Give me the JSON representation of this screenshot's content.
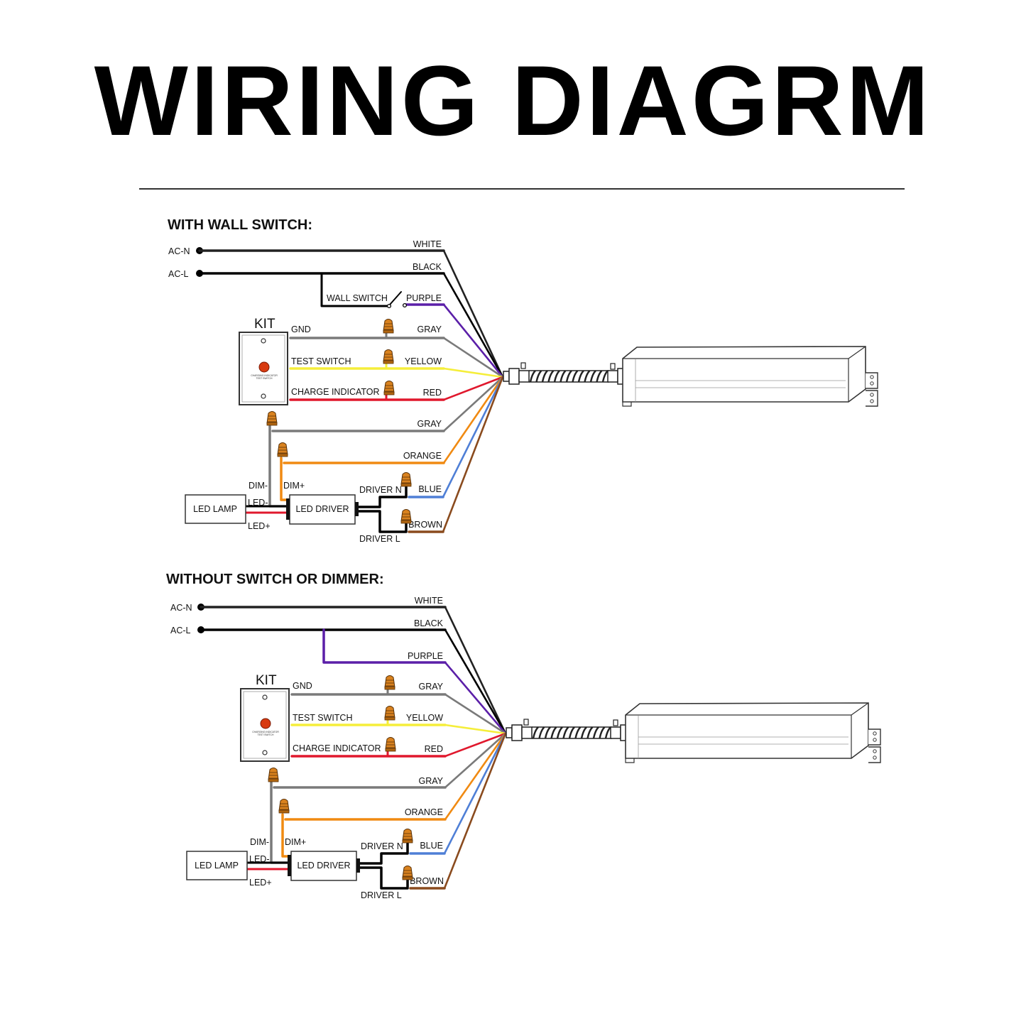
{
  "title": "WIRING DIAGRM",
  "diagrams": [
    {
      "heading": "WITH WALL SWITCH:",
      "terminals": {
        "acn": "AC-N",
        "acl": "AC-L"
      },
      "wires": {
        "white": "WHITE",
        "black": "BLACK",
        "purple": "PURPLE",
        "gray_top": "GRAY",
        "yellow": "YELLOW",
        "red": "RED",
        "gray_mid": "GRAY",
        "orange": "ORANGE",
        "blue": "BLUE",
        "brown": "BROWN"
      },
      "wall_switch": "WALL SWITCH",
      "kit": {
        "title": "KIT",
        "gnd": "GND",
        "test_switch": "TEST SWITCH",
        "charge_indicator": "CHARGE INDICATOR",
        "face_line1": "CHARGING INDICATOR",
        "face_line2": "TEST SWITCH"
      },
      "led": {
        "lamp": "LED LAMP",
        "driver": "LED DRIVER",
        "dim_minus": "DIM-",
        "dim_plus": "DIM+",
        "led_minus": "LED-",
        "led_plus": "LED+",
        "driver_n": "DRIVER N",
        "driver_l": "DRIVER L"
      }
    },
    {
      "heading": "WITHOUT SWITCH OR DIMMER:",
      "terminals": {
        "acn": "AC-N",
        "acl": "AC-L"
      },
      "wires": {
        "white": "WHITE",
        "black": "BLACK",
        "purple": "PURPLE",
        "gray_top": "GRAY",
        "yellow": "YELLOW",
        "red": "RED",
        "gray_mid": "GRAY",
        "orange": "ORANGE",
        "blue": "BLUE",
        "brown": "BROWN"
      },
      "kit": {
        "title": "KIT",
        "gnd": "GND",
        "test_switch": "TEST SWITCH",
        "charge_indicator": "CHARGE INDICATOR",
        "face_line1": "CHARGING INDICATOR",
        "face_line2": "TEST SWITCH"
      },
      "led": {
        "lamp": "LED LAMP",
        "driver": "LED DRIVER",
        "dim_minus": "DIM-",
        "dim_plus": "DIM+",
        "led_minus": "LED-",
        "led_plus": "LED+",
        "driver_n": "DRIVER N",
        "driver_l": "DRIVER L"
      }
    }
  ],
  "colors": {
    "white_wire": "#222222",
    "black_wire": "#000000",
    "purple": "#5b1fa8",
    "gray": "#7a7a7a",
    "yellow": "#f5ee3a",
    "red": "#e0182d",
    "orange": "#f08a12",
    "blue": "#4f7fd6",
    "brown": "#8a4b1e",
    "nut": "#d9821f",
    "kit_button": "#d83a10"
  }
}
